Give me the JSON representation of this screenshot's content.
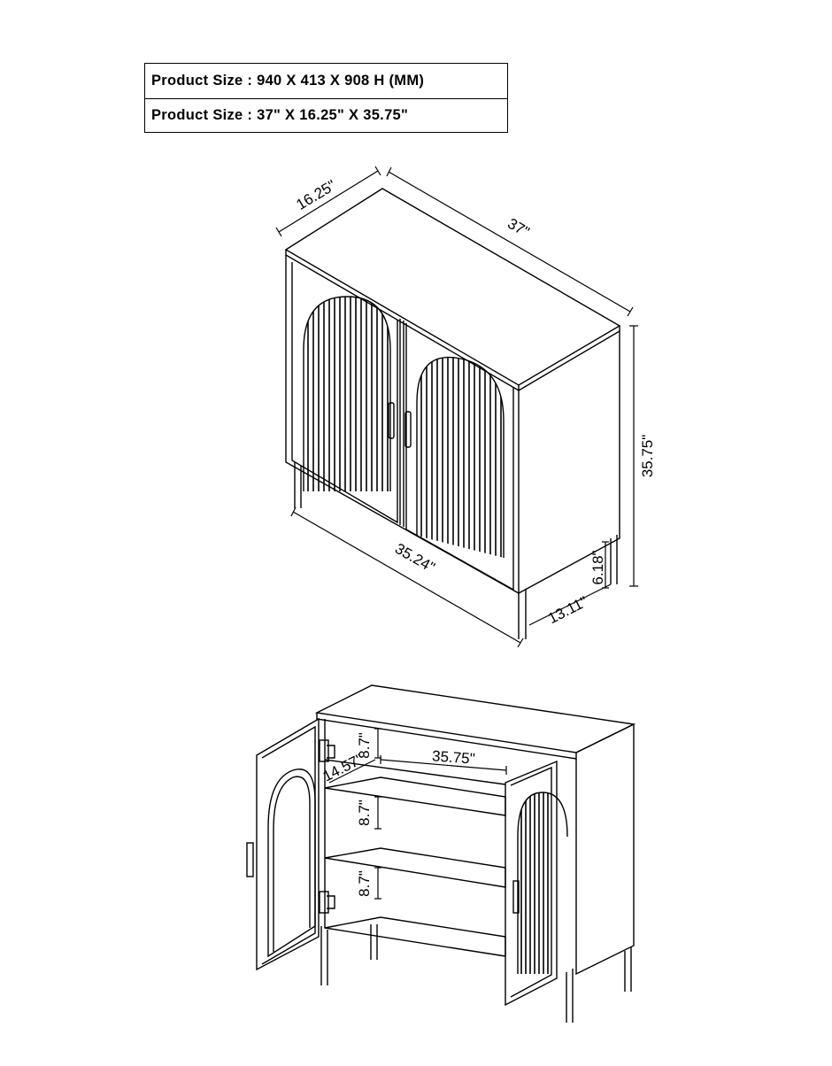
{
  "specs": [
    "Product Size : 940 X 413 X 908 H (MM)",
    "Product Size :  37\" X 16.25\" X 35.75\""
  ],
  "top_view_dims": {
    "depth": "16.25\"",
    "width": "37\"",
    "height": "35.75\"",
    "inner_width": "35.24\"",
    "leg_height": "6.18\"",
    "leg_span": "13.11\""
  },
  "open_view_dims": {
    "top_gap": "8.7\"",
    "shelf_depth": "14.57\"",
    "shelf_width": "35.75\"",
    "middle_gap": "8.7\"",
    "bottom_gap": "8.7\""
  }
}
